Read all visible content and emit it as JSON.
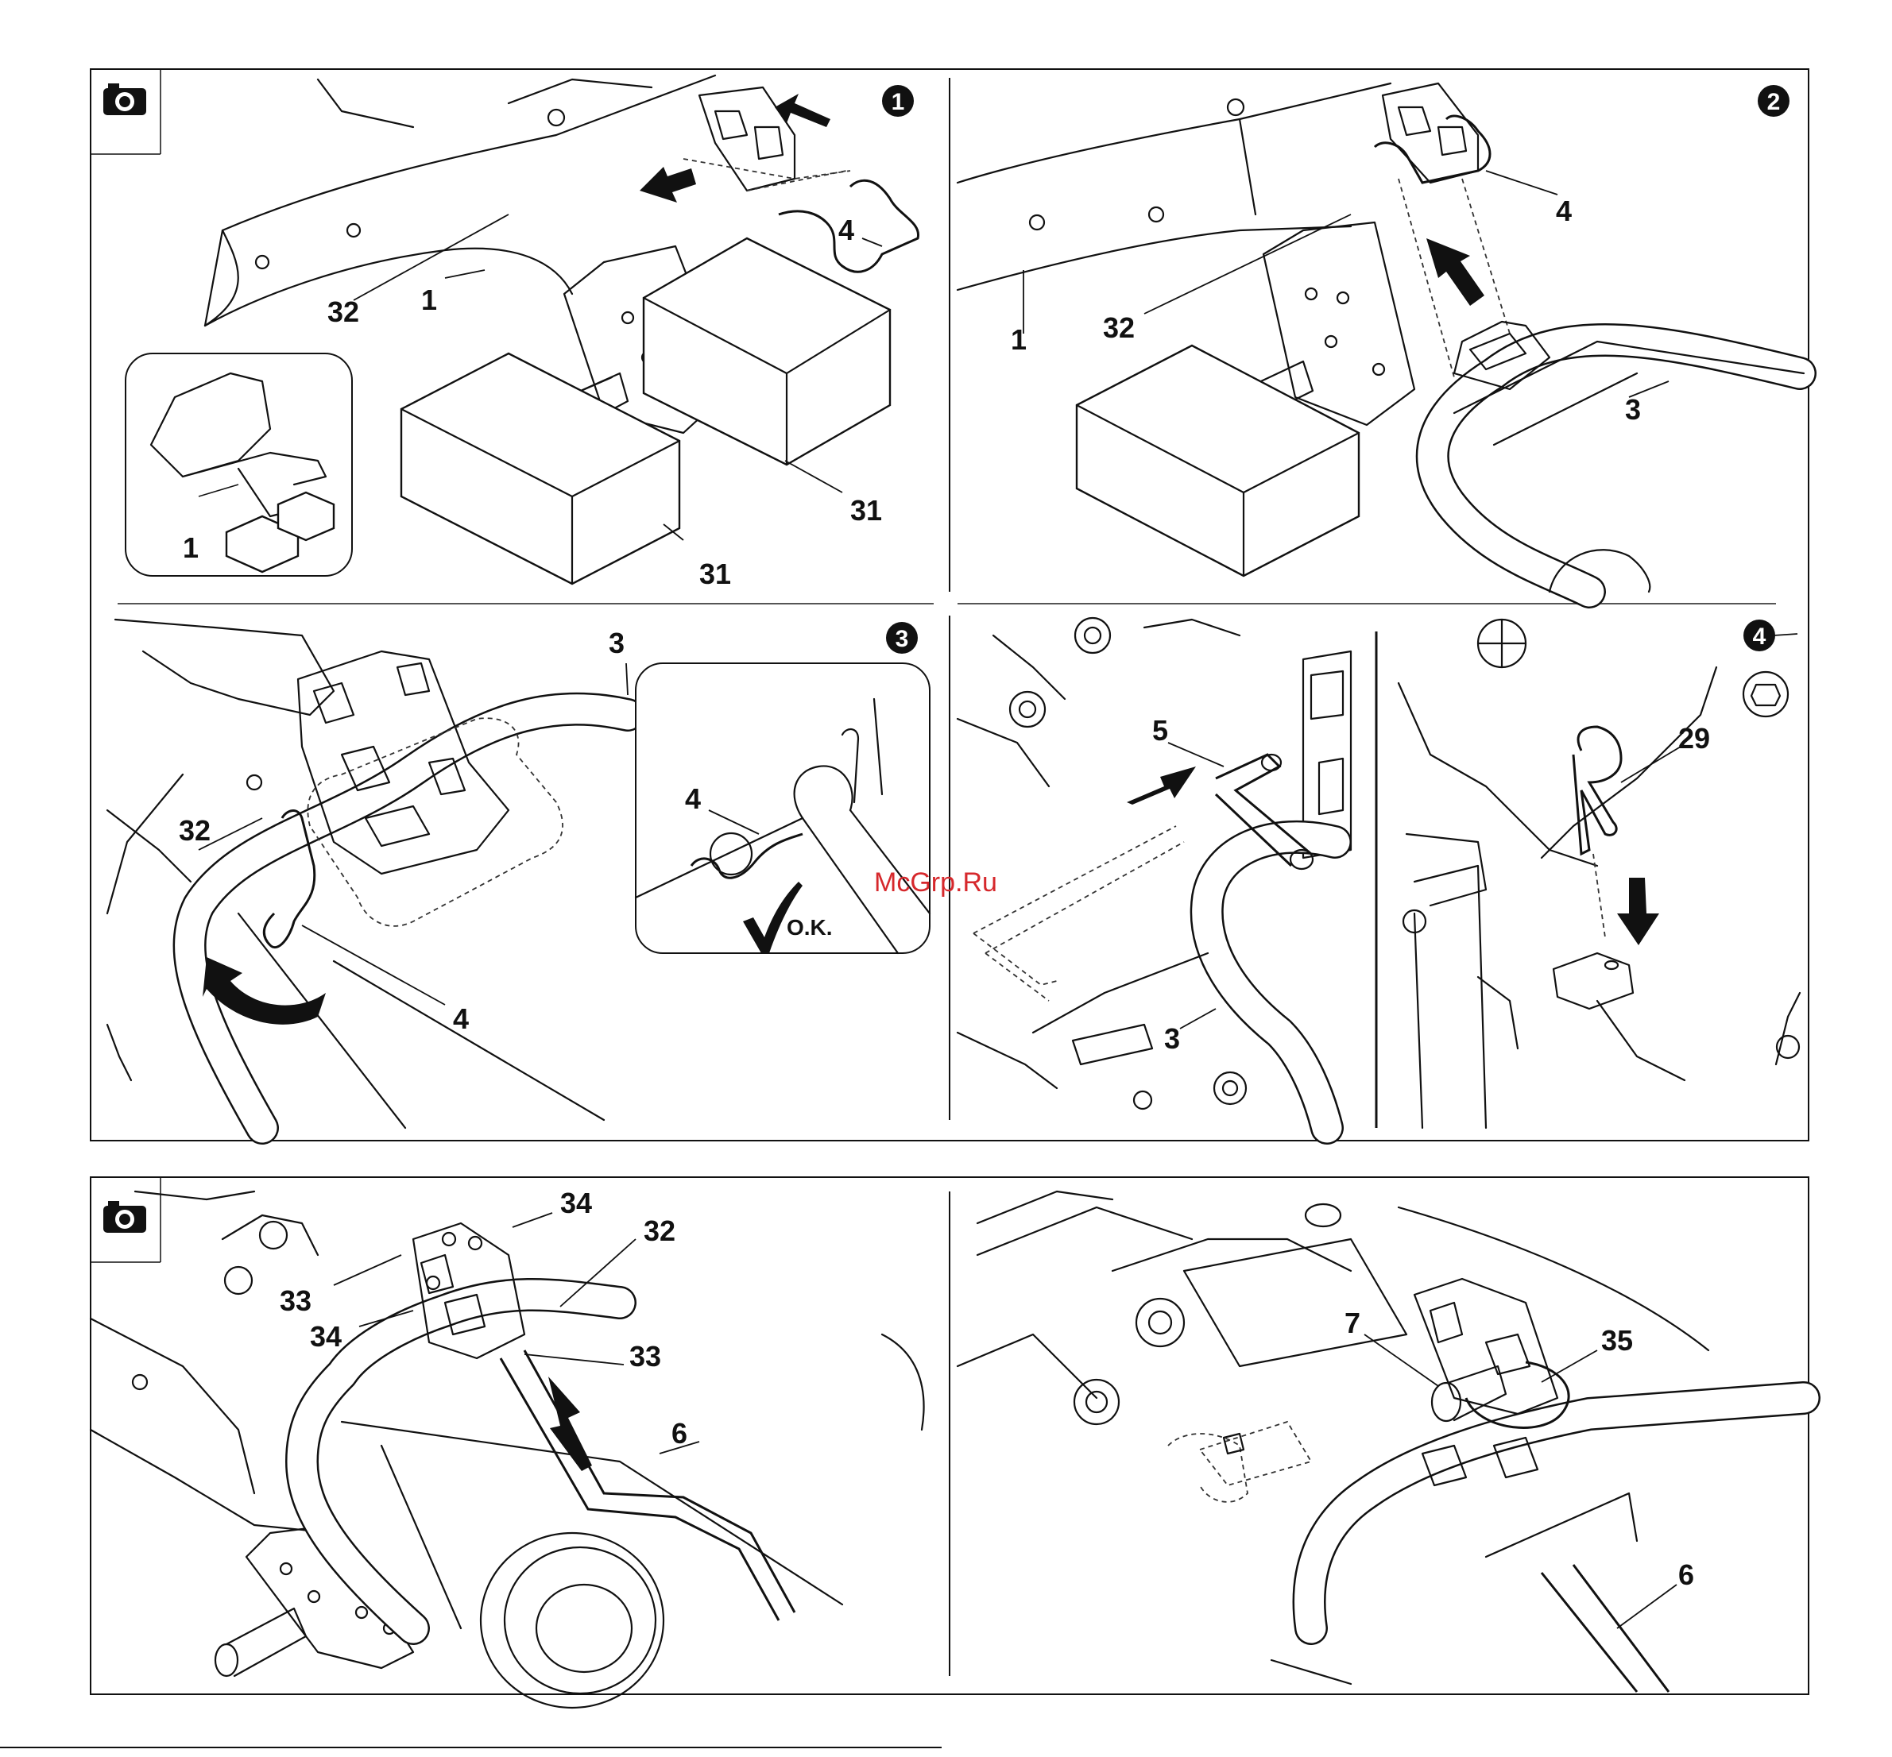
{
  "icons": {
    "camera": "camera-icon",
    "check": "check-mark-icon",
    "arrow": "arrow-icon"
  },
  "steps": {
    "s1": "1",
    "s2": "2",
    "s3": "3",
    "s4": "4"
  },
  "ok_text": "O.K.",
  "watermark": "McGrp.Ru",
  "labels": {
    "p1_32": "32",
    "p1_1": "1",
    "p1_4": "4",
    "p1_31a": "31",
    "p1_31b": "31",
    "p1_inset_1": "1",
    "p2_1": "1",
    "p2_32": "32",
    "p2_4": "4",
    "p2_3": "3",
    "p3_3": "3",
    "p3_32": "32",
    "p3_4": "4",
    "p3_inset_4": "4",
    "p4_5": "5",
    "p4_3": "3",
    "p5_29": "29",
    "p6_34a": "34",
    "p6_32": "32",
    "p6_33a": "33",
    "p6_34b": "34",
    "p6_33b": "33",
    "p6_6": "6",
    "p7_7": "7",
    "p7_35": "35",
    "p7_6": "6"
  },
  "colors": {
    "line": "#111111",
    "background": "#ffffff",
    "watermark": "#d6282c"
  }
}
